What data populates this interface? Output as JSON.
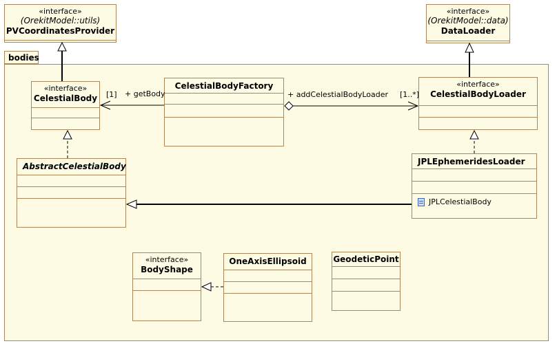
{
  "package": {
    "name": "bodies"
  },
  "classes": {
    "pv_provider": {
      "stereotype": "«interface»",
      "namespace": "(OrekitModel::utils)",
      "name": "PVCoordinatesProvider"
    },
    "data_loader": {
      "stereotype": "«interface»",
      "namespace": "(OrekitModel::data)",
      "name": "DataLoader"
    },
    "celestial_body": {
      "stereotype": "«interface»",
      "name": "CelestialBody"
    },
    "celestial_body_factory": {
      "name": "CelestialBodyFactory"
    },
    "celestial_body_loader": {
      "stereotype": "«interface»",
      "name": "CelestialBodyLoader"
    },
    "abstract_celestial_body": {
      "name": "AbstractCelestialBody"
    },
    "jpl_ephemerides_loader": {
      "name": "JPLEphemeridesLoader",
      "inner_member": "JPLCelestialBody"
    },
    "body_shape": {
      "stereotype": "«interface»",
      "name": "BodyShape"
    },
    "one_axis_ellipsoid": {
      "name": "OneAxisEllipsoid"
    },
    "geodetic_point": {
      "name": "GeodeticPoint"
    }
  },
  "associations": {
    "get_body": {
      "role": "+ getBody",
      "multiplicity": "[1]"
    },
    "add_loader": {
      "role": "+ addCelestialBodyLoader",
      "multiplicity": "[1..*]"
    }
  },
  "colors": {
    "fill": "#fefbe4",
    "border": "#a9875a",
    "line": "#000000"
  }
}
